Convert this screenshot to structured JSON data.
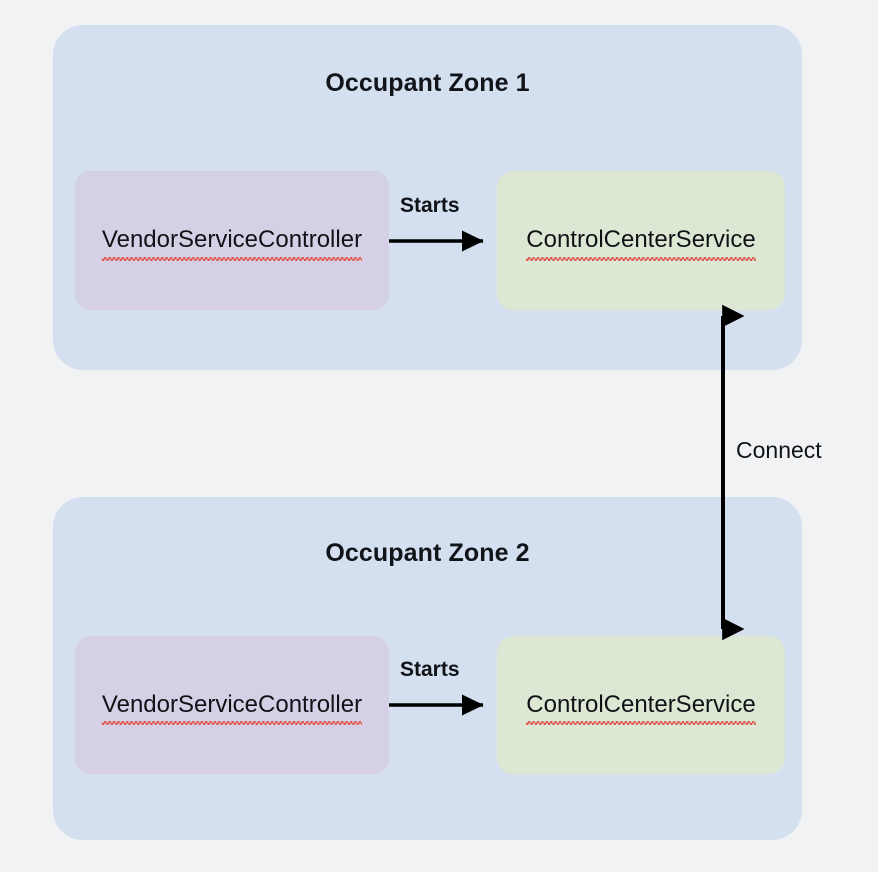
{
  "diagram": {
    "background_color": "#f1f2f4",
    "zone_color": "#d4dff0",
    "vendor_node_color": "#d6d0e6",
    "control_node_color": "#dde8d4",
    "edge_color": "#000000",
    "spellcheck_underline_color": "#e0554a",
    "zones": [
      {
        "id": "zone-1",
        "title": "Occupant Zone 1",
        "nodes": [
          {
            "id": "vendor-1",
            "label": "VendorServiceController",
            "kind": "vendor"
          },
          {
            "id": "control-1",
            "label": "ControlCenterService",
            "kind": "control"
          }
        ],
        "edge": {
          "label": "Starts",
          "from": "vendor-1",
          "to": "control-1",
          "direction": "right"
        }
      },
      {
        "id": "zone-2",
        "title": "Occupant Zone 2",
        "nodes": [
          {
            "id": "vendor-2",
            "label": "VendorServiceController",
            "kind": "vendor"
          },
          {
            "id": "control-2",
            "label": "ControlCenterService",
            "kind": "control"
          }
        ],
        "edge": {
          "label": "Starts",
          "from": "vendor-2",
          "to": "control-2",
          "direction": "right"
        }
      }
    ],
    "cross_zone_edge": {
      "label": "Connect",
      "from": "control-1",
      "to": "control-2",
      "direction": "bidirectional"
    }
  }
}
